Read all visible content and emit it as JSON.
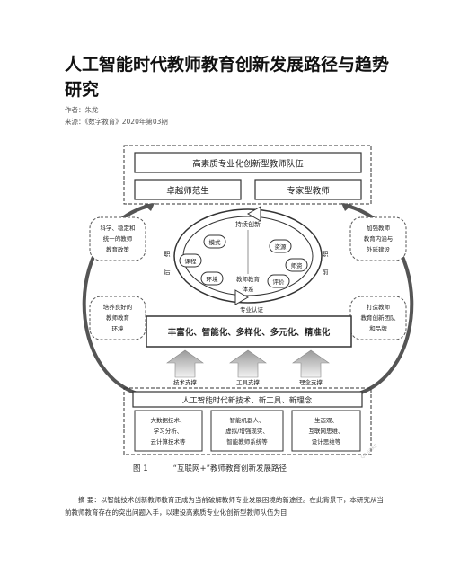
{
  "article": {
    "title": "人工智能时代教师教育创新发展路径与趋势研究",
    "author_label": "作者：",
    "author": "朱龙",
    "source_label": "来源：",
    "source": "《数字教育》2020年第03期"
  },
  "diagram": {
    "top_box": "高素质专业化创新型教师队伍",
    "left_box": "卓越师范生",
    "right_box": "专家型教师",
    "left_top_note": [
      "科学、稳定和",
      "统一的教师",
      "教育政策"
    ],
    "left_bottom_note": [
      "培养良好的",
      "教师教育",
      "环境"
    ],
    "right_top_note": [
      "加强教师",
      "教育内涵与",
      "外延建设"
    ],
    "right_bottom_note": [
      "打造教师",
      "教育创新团队",
      "和品牌"
    ],
    "left_side": [
      "职",
      "后"
    ],
    "right_side": [
      "职",
      "前"
    ],
    "center": "持续创新",
    "nodes": [
      "模式",
      "课程",
      "环境",
      "资源",
      "师资",
      "评价"
    ],
    "system": [
      "教师教育",
      "体系"
    ],
    "certification": "专业认证",
    "middle_box": "丰富化、智能化、多样化、多元化、精准化",
    "supports": [
      "技术支撑",
      "工具支撑",
      "理念支撑"
    ],
    "foundation_box": "人工智能时代新技术、新工具、新理念",
    "tech_boxes": [
      [
        "大数据技术、",
        "学习分析、",
        "云计算技术等"
      ],
      [
        "智能机器人、",
        "虚拟/增强现实、",
        "智能教师系统等"
      ],
      [
        "生态观、",
        "互联网思维、",
        "设计思维等"
      ]
    ],
    "watermark": "QP-SOKE"
  },
  "caption": {
    "number": "图 1",
    "text": "“互联网+”教师教育创新发展路径"
  },
  "abstract": "摘  要：以智能技术创新教师教育正成为当前破解教师专业发展困境的新途径。在此背景下，本研究从当前教师教育存在的突出问题入手，以建设高素质专业化创新型教师队伍为目"
}
